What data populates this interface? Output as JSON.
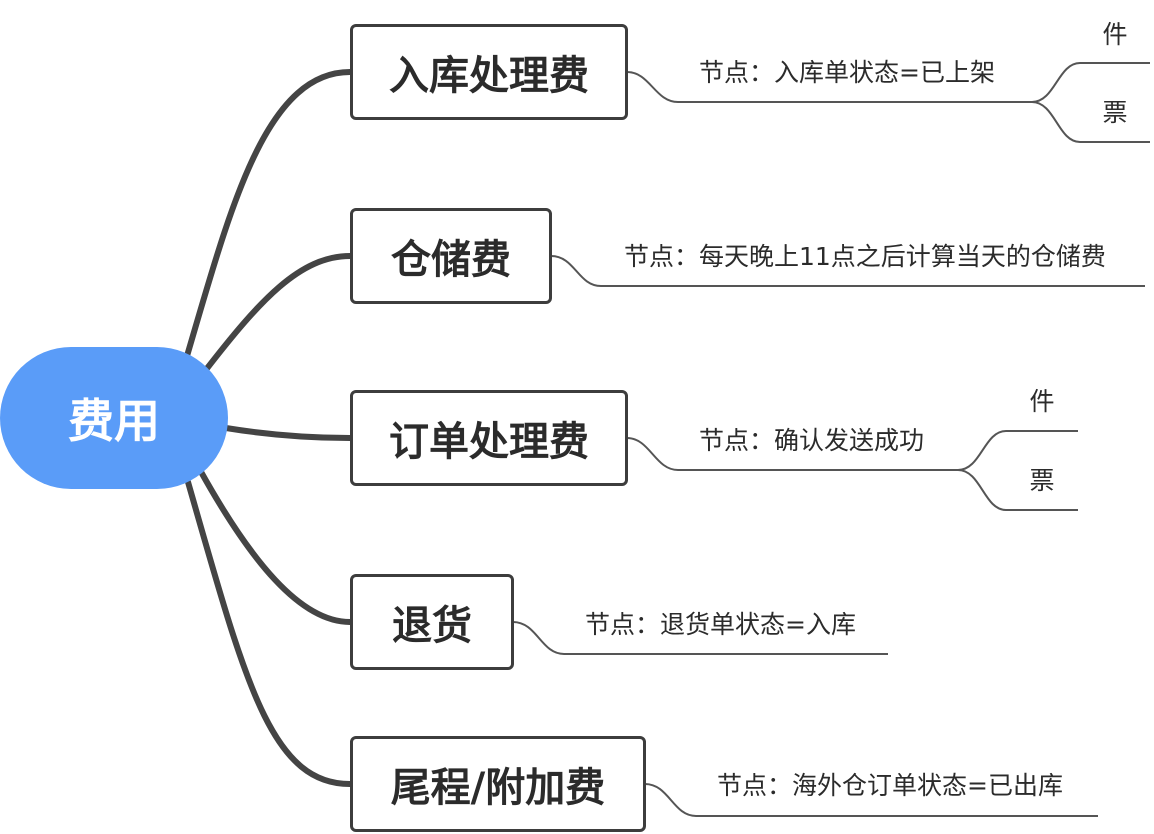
{
  "root": {
    "label": "费用"
  },
  "branches": [
    {
      "label": "入库处理费",
      "node": "节点：入库单状态=已上架",
      "leaves": [
        "件",
        "票"
      ]
    },
    {
      "label": "仓储费",
      "node": "节点：每天晚上11点之后计算当天的仓储费",
      "leaves": []
    },
    {
      "label": "订单处理费",
      "node": "节点：确认发送成功",
      "leaves": [
        "件",
        "票"
      ]
    },
    {
      "label": "退货",
      "node": "节点：退货单状态=入库",
      "leaves": []
    },
    {
      "label": "尾程/附加费",
      "node": "节点：海外仓订单状态=已出库",
      "leaves": []
    }
  ],
  "colors": {
    "root_fill": "#5a9cf8",
    "root_text": "#ffffff",
    "branch_border": "#3d3d3d",
    "main_connector": "#444444",
    "thin_connector": "#555555",
    "text": "#2b2b2b"
  }
}
